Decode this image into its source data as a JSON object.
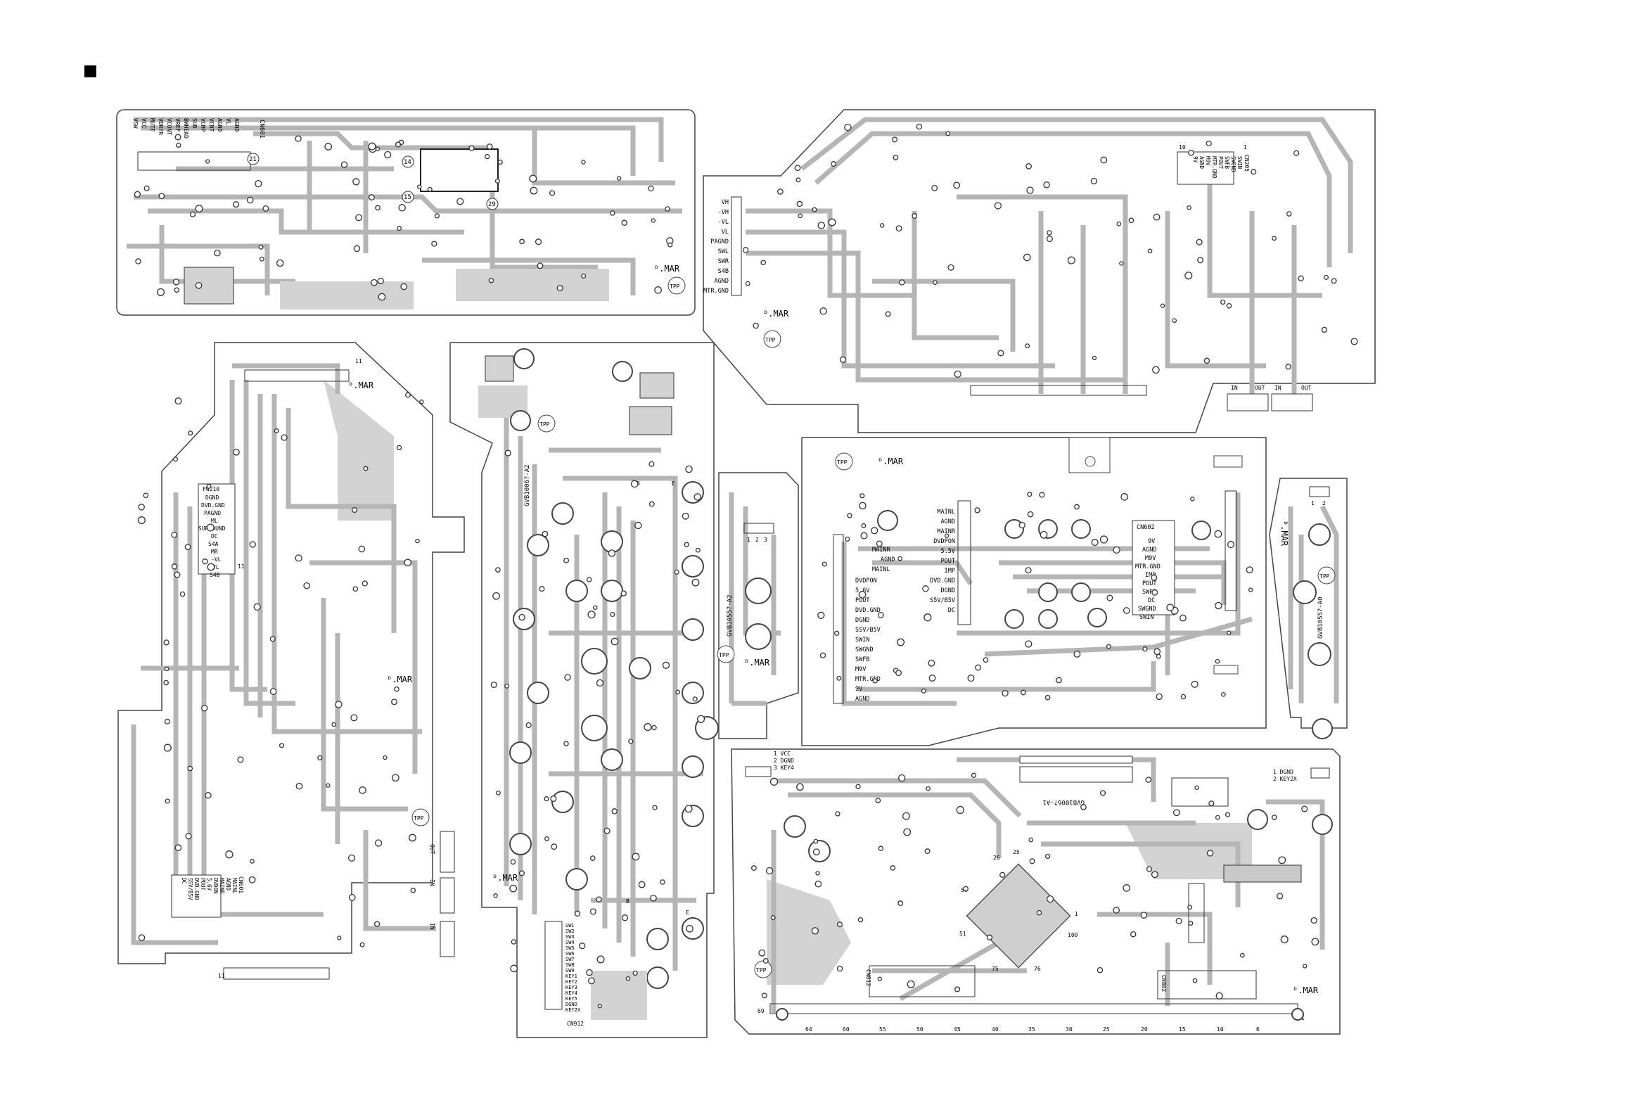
{
  "page": {
    "marker": "■"
  },
  "common": {
    "tpp": "TPP",
    "mark": "ᴰ.MAR"
  },
  "boards": [
    {
      "id": "top-left",
      "connector_label": "CN601",
      "pins": [
        "VSW",
        "VCC",
        "MUTE",
        "VDRYR",
        "VCONT",
        "VREF",
        "BWHEAD",
        "SUB",
        "VCMP",
        "VCNT",
        "AGND",
        "VL",
        "AGND"
      ],
      "circle_labels": [
        "14",
        "15",
        "29",
        "21"
      ]
    },
    {
      "id": "top-right",
      "connector_label": "CN205",
      "connector_pins": [
        "SWIN",
        "SWGND",
        "SWFB",
        "POUT",
        "MTR.GND",
        "M9V",
        "AGND",
        "9V"
      ],
      "left_pins": [
        "VH",
        "-VH",
        "-VL",
        "VL",
        "PAGND",
        "SWL",
        "SWR",
        "S4B",
        "AGND",
        "MTR.GND"
      ],
      "io_labels": [
        "IN",
        "OUT",
        "IN",
        "OUT"
      ],
      "pin_numbers": [
        "1",
        "10"
      ]
    },
    {
      "id": "mid-left",
      "connector_label": "FW210",
      "pins": [
        "DGND",
        "DVD.GND",
        "PAGND",
        "ML",
        "SURROUND",
        "DC",
        "S4A",
        "MR",
        "-VL",
        "VL",
        "S4B"
      ],
      "lower_connector": "CN601",
      "lower_pins": [
        "MAINL",
        "AGND",
        "MAINR",
        "DVDON",
        "5.6V",
        "POUT",
        "DVD.GND",
        "SSV/B5V",
        "DC"
      ],
      "side_labels": [
        "OUT",
        "IN",
        "IN"
      ],
      "circle_labels": [
        "11",
        "11",
        "11"
      ]
    },
    {
      "id": "mid-tall",
      "board_code": "GVB1006?-A2",
      "connector_label": "CN912",
      "pins": [
        "SW1",
        "SW2",
        "SW3",
        "SW4",
        "SW5",
        "SW6",
        "SW7",
        "SW8",
        "SW9",
        "KEY1",
        "KEY2",
        "KEY3",
        "KEY4",
        "KEY5",
        "DGND",
        "KEY2X"
      ],
      "letters": [
        "B",
        "E",
        "B",
        "E"
      ]
    },
    {
      "id": "small-mid",
      "board_code": "GVB1055?-A2",
      "numbers": [
        "1",
        "2",
        "3"
      ]
    },
    {
      "id": "center-right",
      "connector_label": "CN602",
      "left_pins": [
        "MAINR",
        "AGND",
        "MAINL",
        "DVDPON",
        "5.6V",
        "POUT",
        "DVD.GND",
        "DGND",
        "SSV/B5V",
        "SWIN",
        "SWGND",
        "SWFB",
        "M9V",
        "MTR.GND",
        "9V",
        "AGND"
      ],
      "mid_pins": [
        "MAINL",
        "AGND",
        "MAINR",
        "DVDPON",
        "5.5V",
        "POUT",
        "IMP",
        "DVD.GND",
        "DGND",
        "S5V/B5V",
        "DC"
      ],
      "right_pins": [
        "9V",
        "AGND",
        "M9V",
        "MTR.GND",
        "IMP",
        "POUT",
        "SWFB",
        "DC",
        "SWGND",
        "SWIN"
      ]
    },
    {
      "id": "far-right",
      "board_code": "GVB1055?-A0",
      "numbers": [
        "1",
        "2"
      ]
    },
    {
      "id": "bottom-right",
      "board_code": "GVB1006?-A1",
      "top_pins": [
        "1 VCC",
        "2 DGND",
        "3 KEY4"
      ],
      "right_pins": [
        "1 DGND",
        "2 KEY2X"
      ],
      "ic_pins": [
        "1",
        "25",
        "26",
        "50",
        "51",
        "75",
        "76",
        "100"
      ],
      "scale": [
        "69",
        "64",
        "60",
        "55",
        "50",
        "45",
        "40",
        "35",
        "30",
        "25",
        "20",
        "15",
        "10",
        "6",
        "1"
      ],
      "connector_label_left": "CN812",
      "connector_label_right": "CN802"
    }
  ]
}
